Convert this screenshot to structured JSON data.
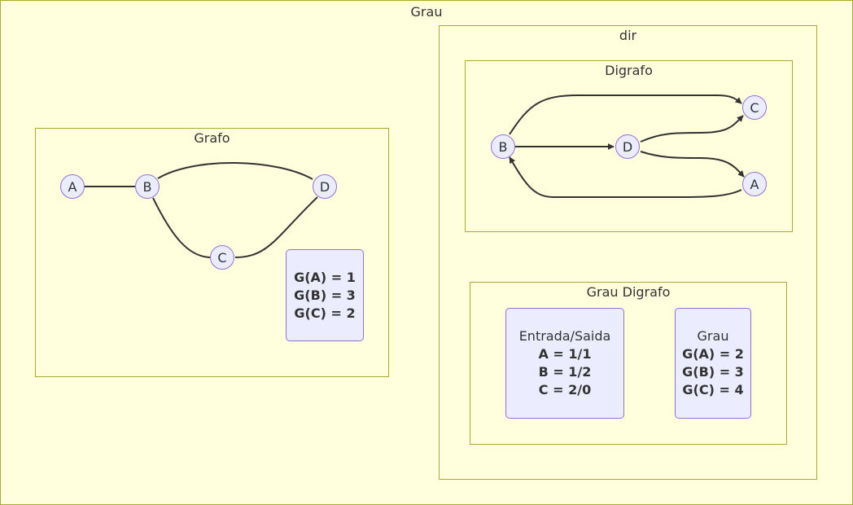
{
  "clusters": {
    "grau": {
      "title": "Grau"
    },
    "grafo": {
      "title": "Grafo"
    },
    "dir": {
      "title": "dir"
    },
    "digrafo": {
      "title": "Digrafo"
    },
    "grau_digrafo": {
      "title": "Grau Digrafo"
    }
  },
  "grafo": {
    "nodes": {
      "a": "A",
      "b": "B",
      "c": "C",
      "d": "D"
    },
    "edges": [
      [
        "A",
        "B"
      ],
      [
        "B",
        "D"
      ],
      [
        "B",
        "C"
      ],
      [
        "C",
        "D"
      ]
    ],
    "note": [
      "G(A) = 1",
      "G(B) = 3",
      "G(C) = 2"
    ]
  },
  "digrafo": {
    "nodes": {
      "b": "B",
      "d": "D",
      "c": "C",
      "a": "A"
    },
    "edges": [
      [
        "B",
        "C"
      ],
      [
        "B",
        "D"
      ],
      [
        "D",
        "C"
      ],
      [
        "D",
        "A"
      ],
      [
        "A",
        "B"
      ]
    ]
  },
  "grau_digrafo": {
    "entrada_saida": [
      "Entrada/Saida",
      "A = 1/1",
      "B = 1/2",
      "C = 2/0"
    ],
    "grau": [
      "Grau",
      "G(A) = 2",
      "G(B) = 3",
      "G(C) = 4"
    ]
  },
  "colors": {
    "cluster_fill": "#ffffde",
    "cluster_border": "#aaaa33",
    "node_fill": "#ececff",
    "node_border": "#9370db",
    "edge": "#333333"
  }
}
